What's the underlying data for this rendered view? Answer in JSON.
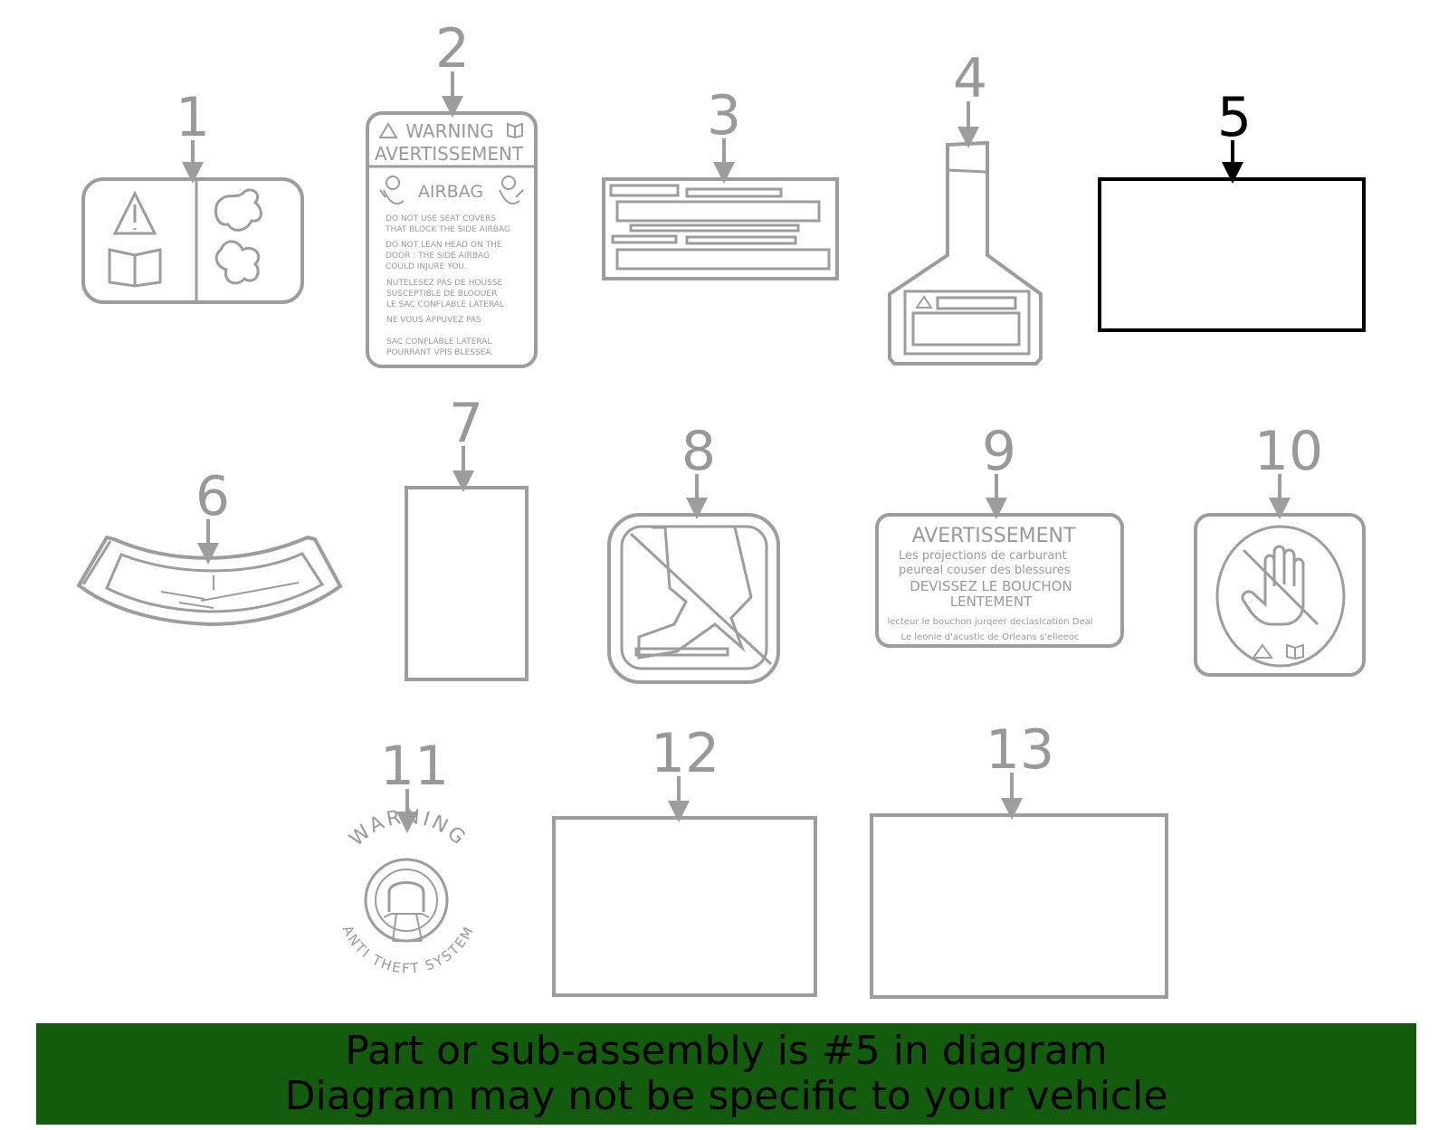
{
  "diagram": {
    "highlighted_part": "5",
    "colors": {
      "part_line": "#9d9d9d",
      "highlight": "#000000",
      "banner_bg": "#135c0e"
    },
    "callouts": [
      "1",
      "2",
      "3",
      "4",
      "5",
      "6",
      "7",
      "8",
      "9",
      "10",
      "11",
      "12",
      "13"
    ],
    "part2_label": {
      "warning": "WARNING",
      "avertissement": "AVERTISSEMENT",
      "airbag": "AIRBAG",
      "lines": [
        "DO NOT USE SEAT COVERS",
        "THAT BLOCK THE SIDE AIRBAG",
        "DO NOT LEAN HEAD ON THE",
        "DOOR : THE SIDE AIRBAG",
        "COULD INJURE YOU.",
        "NUTELESEZ PAS DE HOUSSE",
        "SUSCEPTIBLE DE BLOOUER",
        "LE SAC CONFLABLE LATERAL",
        "NE VOUS APPUVEZ PAS",
        "SAC CONFLABLE LATERAL",
        "POURRANT VPIS BLESSEA."
      ]
    },
    "part9_label": {
      "title": "AVERTISSEMENT",
      "lines": [
        "Les projections de carburant",
        "peureal couser des blessures",
        "DEVISSEZ LE BOUCHON",
        "LENTEMENT",
        "lecteur le bouchon jurqeer declasication  Deal",
        "Le leonie d'acustic de Orleans s'elleeoc"
      ]
    },
    "part11_label": {
      "top": "WARNING",
      "bottom": "ANTI THEFT SYSTEM"
    }
  },
  "banner": {
    "line1": "Part or sub-assembly is #5 in diagram",
    "line2": "Diagram may not be specific to your vehicle"
  }
}
